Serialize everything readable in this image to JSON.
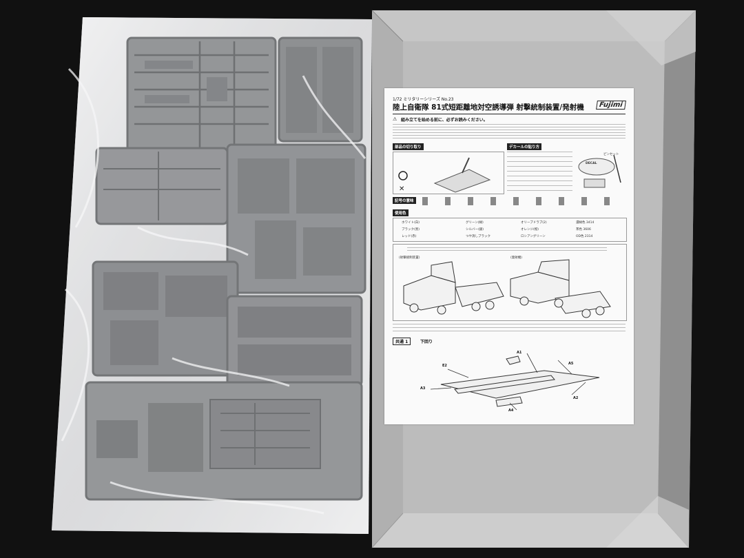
{
  "instruction_sheet": {
    "series_line": "1/72 ミリタリーシリーズ No.23",
    "title": "陸上自衛隊 81式短距離地対空誘導弾 射撃統制装置/発射機",
    "brand": "Fujimi",
    "warning_heading": "組み立てを始める前に、必ずお読みください。",
    "section_runner": "部品の切り取り",
    "section_decal": "デカールの貼り方",
    "decal_label": "DECAL",
    "decal_tool_label": "ピンセット",
    "section_symbols": "記号の意味",
    "section_colors": "使用色",
    "colors_left": [
      "ホワイト(白)",
      "ブラック(黒)",
      "レッド(赤)"
    ],
    "colors_mid": [
      "グリーン(緑)",
      "シルバー(銀)",
      "つや消しブラック"
    ],
    "colors_right": [
      "オリーブドラブ(2)",
      "オレンジ(橙)",
      "ロシアングリーン"
    ],
    "colors_codes": [
      "濃緑色 3414",
      "茶色 3606",
      "OD色 2314"
    ],
    "vehicle_labels": [
      "(射撃統制装置)",
      "(発射機)"
    ],
    "step_label": "共通 1",
    "step_title": "下回り",
    "part_labels": [
      "A1",
      "A2",
      "A3",
      "A4",
      "A5",
      "E2"
    ]
  },
  "colors": {
    "background": "#111111",
    "box_tray": "#b9b9b9",
    "sprue": "#6b6d70",
    "bag": "#d9dadc"
  }
}
